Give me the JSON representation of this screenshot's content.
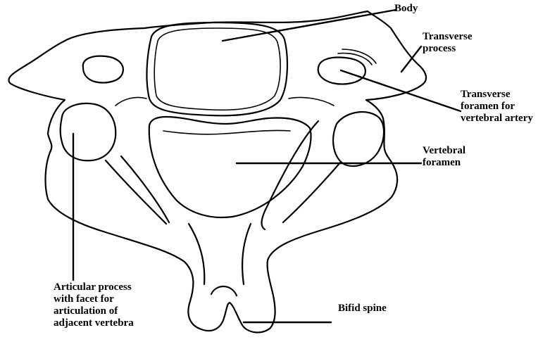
{
  "labels": {
    "body": [
      "Body"
    ],
    "transverse_process": [
      "Transverse",
      "process"
    ],
    "transverse_foramen": [
      "Transverse",
      "foramen for",
      "vertebral artery"
    ],
    "vertebral_foramen": [
      "Vertebral",
      "foramen"
    ],
    "articular_process": [
      "Articular process",
      "with facet for",
      "articulation of",
      "adjacent vertebra"
    ],
    "bifid_spine": [
      "Bifid spine"
    ]
  },
  "colors": {
    "stroke": "#000000",
    "background": "#ffffff"
  }
}
